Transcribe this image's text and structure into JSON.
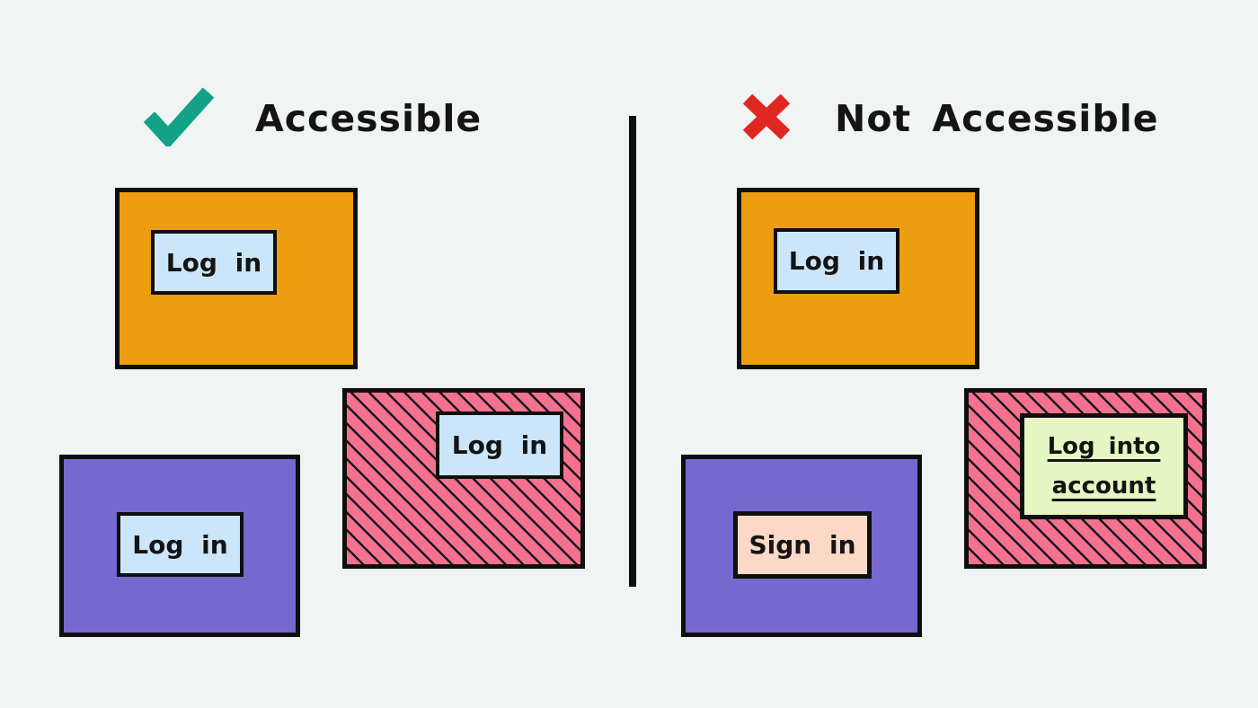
{
  "headings": {
    "accessible": "Accessible",
    "not_accessible": "Not Accessible"
  },
  "colors": {
    "background": "#F0F4F2",
    "check_green": "#12A287",
    "cross_red": "#E02722",
    "card_orange": "#EC9D10",
    "card_purple": "#7568CE",
    "card_pink_hatched": "#F6718E",
    "button_light_blue": "#CBE6FA",
    "button_peach": "#FCD8C6",
    "button_light_green": "#E6F6C3",
    "outline_black": "#0F0F0F"
  },
  "accessible_examples": [
    {
      "card": "orange",
      "button_label": "Log in"
    },
    {
      "card": "pink-hatched",
      "button_label": "Log in"
    },
    {
      "card": "purple",
      "button_label": "Log in"
    }
  ],
  "not_accessible_examples": [
    {
      "card": "orange",
      "button_label": "Log in"
    },
    {
      "card": "pink-hatched",
      "button_label": "Log into account",
      "button_style": "underlined"
    },
    {
      "card": "purple",
      "button_label": "Sign in"
    }
  ]
}
